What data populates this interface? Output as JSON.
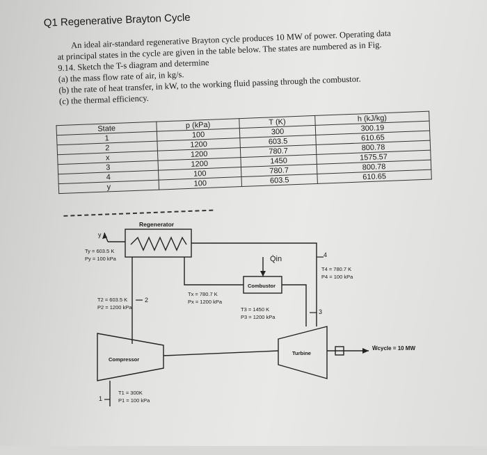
{
  "problem": {
    "title": "Q1 Regenerative Brayton Cycle",
    "lines": [
      "An ideal air-standard regenerative Brayton cycle produces 10 MW of power. Operating data",
      "at principal states in the cycle are given in the table below.  The states are numbered as in Fig.",
      "9.14.  Sketch the T-s diagram and determine",
      "(a)  the mass flow rate of air, in kg/s.",
      "(b)  the rate of heat transfer, in kW, to the working fluid passing through the combustor.",
      "(c)  the thermal efficiency."
    ]
  },
  "table": {
    "headers": [
      "State",
      "p (kPa)",
      "T (K)",
      "h (kJ/kg)"
    ],
    "rows": [
      [
        "1",
        "100",
        "300",
        "300.19"
      ],
      [
        "2",
        "1200",
        "603.5",
        "610.65"
      ],
      [
        "x",
        "1200",
        "780.7",
        "800.78"
      ],
      [
        "3",
        "1200",
        "1450",
        "1575.57"
      ],
      [
        "4",
        "100",
        "780.7",
        "800.78"
      ],
      [
        "y",
        "100",
        "603.5",
        "610.65"
      ]
    ]
  },
  "diagram": {
    "regenerator": "Regenerator",
    "combustor": "Combustor",
    "compressor": "Compressor",
    "turbine": "Turbine",
    "qin": "Q̇in",
    "wcycle": "Ẇcycle = 10 MW",
    "state_y": [
      "Ty = 603.5 K",
      "Py = 100 kPa"
    ],
    "state_y_num": "y",
    "state_2": [
      "T2 = 603.5 K",
      "P2 = 1200 kPa"
    ],
    "state_2_num": "2",
    "state_x": [
      "Tx = 780.7 K",
      "Px = 1200 kPa"
    ],
    "state_3": [
      "T3 = 1450 K",
      "P3 = 1200 kPa"
    ],
    "state_3_num": "3",
    "state_4": [
      "T4 = 780.7 K",
      "P4 = 100 kPa"
    ],
    "state_4_num": "4",
    "state_1": [
      "T1 = 300K",
      "P1 = 100 kPa"
    ],
    "state_1_num": "1"
  }
}
